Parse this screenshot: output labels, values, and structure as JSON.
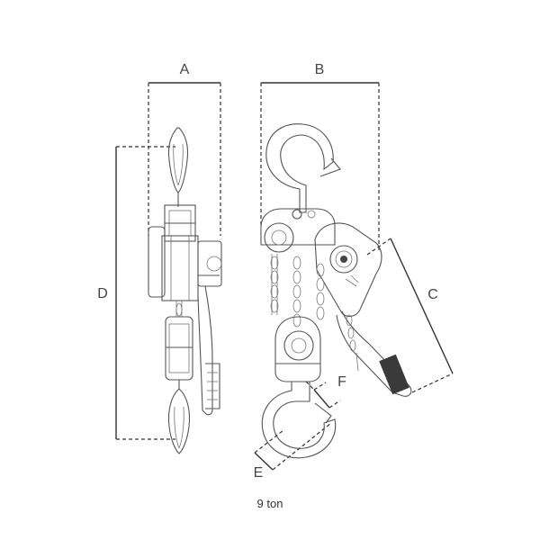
{
  "dimension_labels": {
    "a": "A",
    "b": "B",
    "c": "C",
    "d": "D",
    "e": "E",
    "f": "F"
  },
  "caption": "9 ton"
}
